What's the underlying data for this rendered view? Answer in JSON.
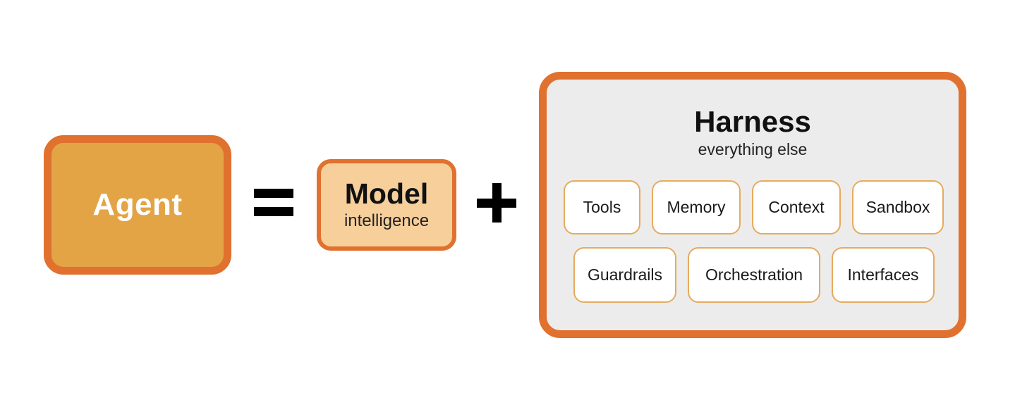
{
  "agent": {
    "label": "Agent"
  },
  "operators": {
    "equals": "=",
    "plus": "+"
  },
  "model": {
    "title": "Model",
    "subtitle": "intelligence"
  },
  "harness": {
    "title": "Harness",
    "subtitle": "everything else",
    "components_row1": [
      "Tools",
      "Memory",
      "Context",
      "Sandbox"
    ],
    "components_row2": [
      "Guardrails",
      "Orchestration",
      "Interfaces"
    ]
  },
  "colors": {
    "accent_border": "#e0712e",
    "agent_fill": "#e3a445",
    "model_fill": "#f6cf9b",
    "harness_fill": "#ececec",
    "chip_border": "#e7aa5e"
  }
}
